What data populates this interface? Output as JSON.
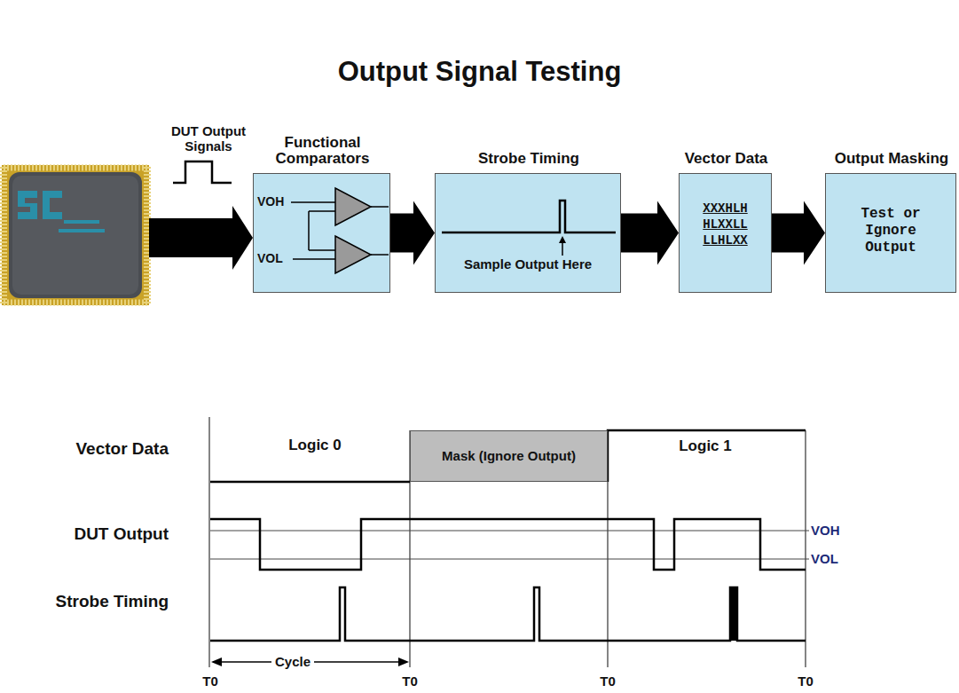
{
  "diagram": {
    "title": "Output Signal Testing",
    "nodes": [
      {
        "text": [
          "Functional Comparators"
        ]
      },
      {
        "text": [
          "Strobe Timing",
          "Sample Output Here"
        ]
      },
      {
        "text": [
          "Vector Data",
          "XXXHLH HLXXLL LLHLXX"
        ]
      },
      {
        "text": [
          "Output Masking",
          "Test or Ignore Output"
        ]
      },
      {
        "text": [
          "Mask (Ignore Output)"
        ]
      }
    ],
    "edges": [
      {
        "from": 0,
        "to": 1,
        "arrow": "to"
      },
      {
        "from": 1,
        "to": 2,
        "arrow": "to"
      },
      {
        "from": 2,
        "to": 3,
        "arrow": "to"
      }
    ],
    "labels": [
      "DUT Output Signals",
      "VOH",
      "VOL",
      "Vector Data",
      "Logic 0",
      "Logic 1",
      "DUT Output",
      "VOH",
      "VOL",
      "Strobe Timing",
      "Cycle",
      "T0",
      "T0",
      "T0",
      "T0"
    ]
  }
}
